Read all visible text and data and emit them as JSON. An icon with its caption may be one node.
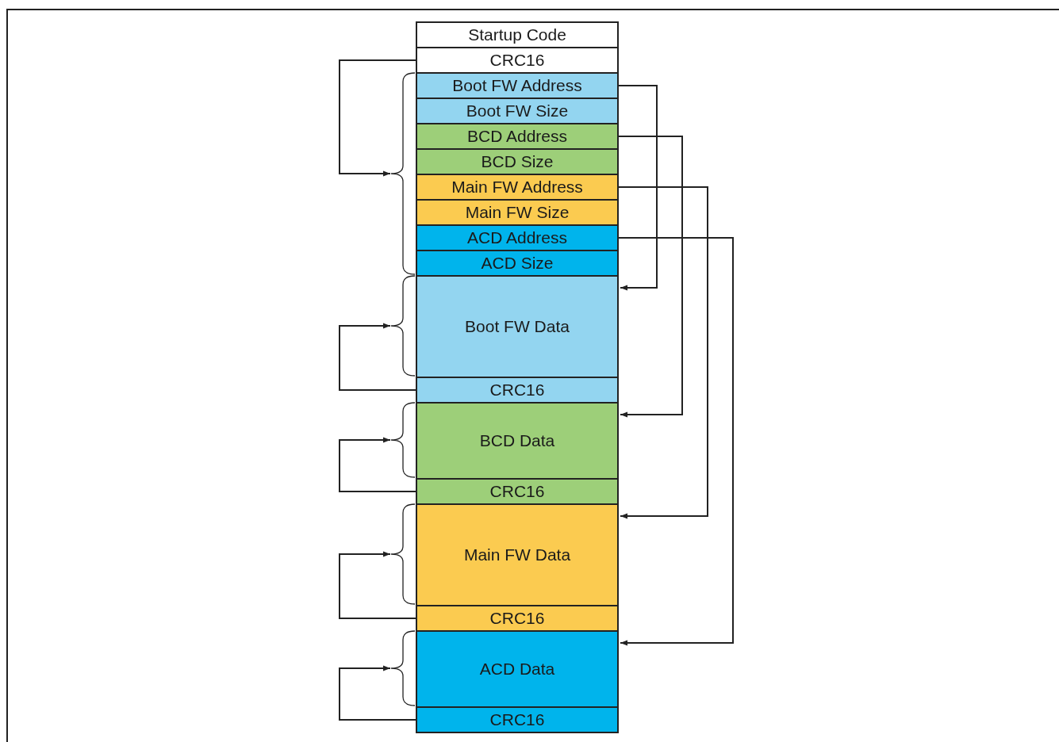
{
  "diagram": {
    "nodes": [
      {
        "text": [
          "Startup Code"
        ]
      },
      {
        "text": [
          "CRC16"
        ]
      },
      {
        "text": [
          "Boot FW Address"
        ]
      },
      {
        "text": [
          "Boot FW Size"
        ]
      },
      {
        "text": [
          "BCD Address"
        ]
      },
      {
        "text": [
          "BCD Size"
        ]
      },
      {
        "text": [
          "Main FW Address"
        ]
      },
      {
        "text": [
          "Main FW Size"
        ]
      },
      {
        "text": [
          "ACD Address"
        ]
      },
      {
        "text": [
          "ACD Size"
        ]
      },
      {
        "text": [
          "Boot FW Data"
        ]
      },
      {
        "text": [
          "CRC16"
        ]
      },
      {
        "text": [
          "BCD Data"
        ]
      },
      {
        "text": [
          "CRC16"
        ]
      },
      {
        "text": [
          "Main FW Data"
        ]
      },
      {
        "text": [
          "CRC16"
        ]
      },
      {
        "text": [
          "ACD Data"
        ]
      },
      {
        "text": [
          "CRC16"
        ]
      },
      {
        "text": [],
        "shape": "brace"
      },
      {
        "text": [],
        "shape": "brace"
      },
      {
        "text": [],
        "shape": "brace"
      },
      {
        "text": [],
        "shape": "brace"
      },
      {
        "text": [],
        "shape": "brace"
      }
    ],
    "edges": [
      {
        "from": 1,
        "to": 18,
        "arrow": "to"
      },
      {
        "from": 2,
        "to": 10,
        "arrow": "to"
      },
      {
        "from": 4,
        "to": 12,
        "arrow": "to"
      },
      {
        "from": 6,
        "to": 14,
        "arrow": "to"
      },
      {
        "from": 8,
        "to": 16,
        "arrow": "to"
      },
      {
        "from": 11,
        "to": 19,
        "arrow": "to"
      },
      {
        "from": 13,
        "to": 20,
        "arrow": "to"
      },
      {
        "from": 15,
        "to": 21,
        "arrow": "to"
      },
      {
        "from": 17,
        "to": 22,
        "arrow": "to"
      }
    ]
  }
}
